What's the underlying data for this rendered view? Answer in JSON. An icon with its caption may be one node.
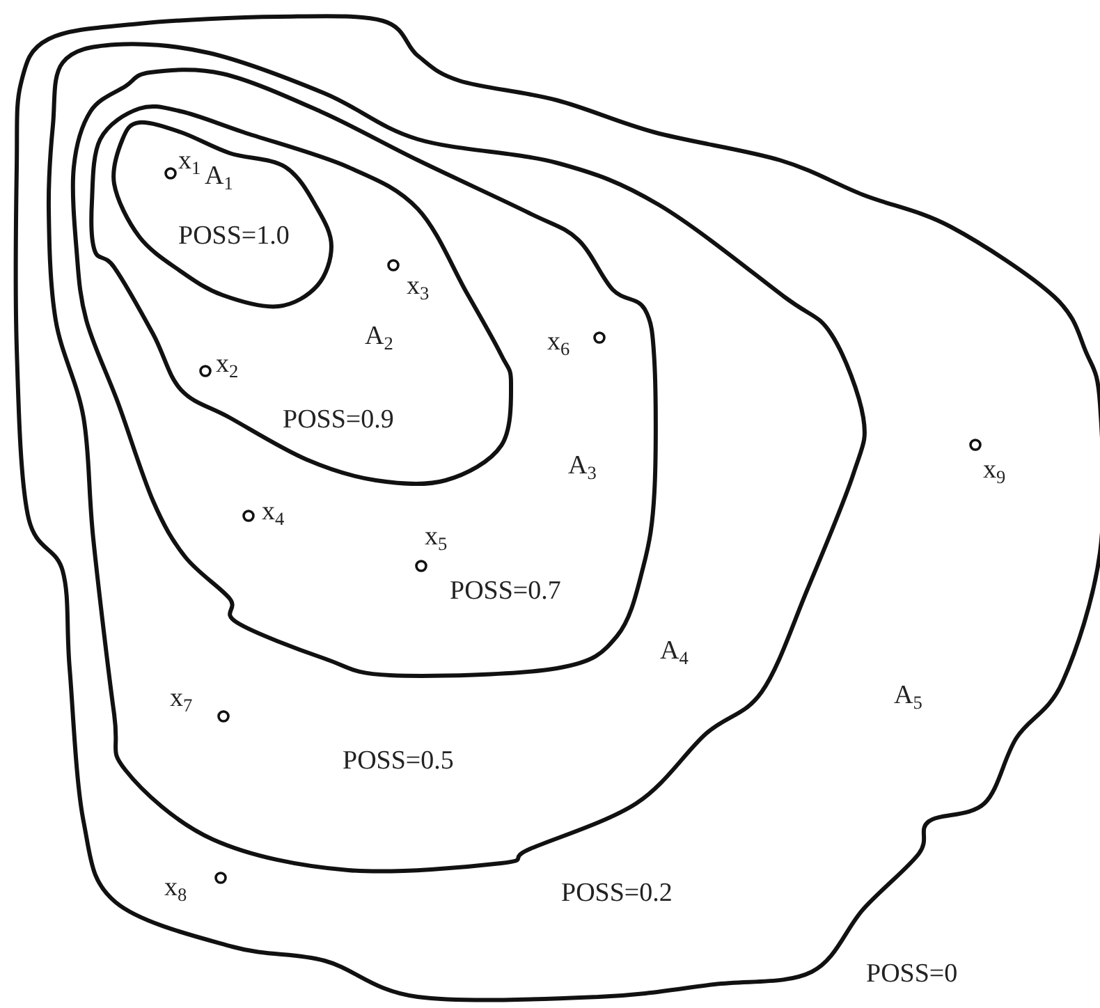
{
  "diagram": {
    "nodes": [
      {
        "text": [
          "A$_{5}$",
          "POSS=0.2"
        ]
      },
      {
        "text": [
          "A$_{4}$",
          "POSS=0.5"
        ],
        "in": 0
      },
      {
        "text": [
          "A$_{3}$",
          "POSS=0.7"
        ],
        "in": 1
      },
      {
        "text": [
          "A$_{2}$",
          "POSS=0.9"
        ],
        "in": 2
      },
      {
        "text": [
          "A$_{1}$",
          "POSS=1.0"
        ],
        "in": 3
      },
      {
        "text": [],
        "shape": "circle",
        "beside": [
          "x$_{1}$"
        ],
        "in": 4
      },
      {
        "text": [],
        "shape": "circle",
        "beside": [
          "x$_{3}$"
        ],
        "in": 3
      },
      {
        "text": [],
        "shape": "circle",
        "beside": [
          "x$_{2}$"
        ],
        "in": 3
      },
      {
        "text": [],
        "shape": "circle",
        "beside": [
          "x$_{6}$"
        ],
        "in": 2
      },
      {
        "text": [],
        "shape": "circle",
        "beside": [
          "x$_{9}$"
        ],
        "in": 0
      },
      {
        "text": [],
        "shape": "circle",
        "beside": [
          "x$_{4}$"
        ],
        "in": 2
      },
      {
        "text": [],
        "shape": "circle",
        "beside": [
          "x$_{5}$"
        ],
        "in": 2
      },
      {
        "text": [],
        "shape": "circle",
        "beside": [
          "x$_{7}$"
        ],
        "in": 1
      },
      {
        "text": [],
        "shape": "circle",
        "beside": [
          "x$_{8}$"
        ],
        "in": 0
      }
    ],
    "labels": [
      "POSS=0"
    ]
  }
}
